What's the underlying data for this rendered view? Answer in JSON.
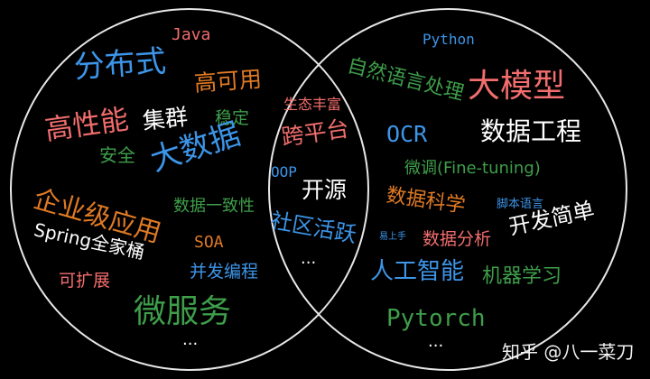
{
  "colors": {
    "red": "#f26d6d",
    "blue": "#3d95e8",
    "orange": "#e07a24",
    "green": "#3e9e4a",
    "white": "#ffffff",
    "circle": "#e8e8e8"
  },
  "left_words": {
    "java": "Java",
    "distributed": "分布式",
    "high_availability": "高可用",
    "high_performance": "高性能",
    "cluster": "集群",
    "stable": "稳定",
    "security": "安全",
    "big_data": "大数据",
    "enterprise_app": "企业级应用",
    "data_consistency": "数据一致性",
    "spring_family": "Spring全家桶",
    "soa": "SOA",
    "scalable": "可扩展",
    "concurrent_programming": "并发编程",
    "microservices": "微服务",
    "more": "..."
  },
  "shared_words": {
    "rich_ecosystem": "生态丰富",
    "cross_platform": "跨平台",
    "oop": "OOP",
    "open_source": "开源",
    "active_community": "社区活跃",
    "more": "..."
  },
  "right_words": {
    "python": "Python",
    "nlp": "自然语言处理",
    "large_model": "大模型",
    "ocr": "OCR",
    "data_engineering": "数据工程",
    "fine_tuning": "微调(Fine-tuning)",
    "data_science": "数据科学",
    "scripting_language": "脚本语言",
    "easy_to_learn": "易上手",
    "data_analysis": "数据分析",
    "simple_development": "开发简单",
    "ai": "人工智能",
    "machine_learning": "机器学习",
    "pytorch": "Pytorch",
    "more": "..."
  },
  "watermark": "知乎 @八一菜刀"
}
